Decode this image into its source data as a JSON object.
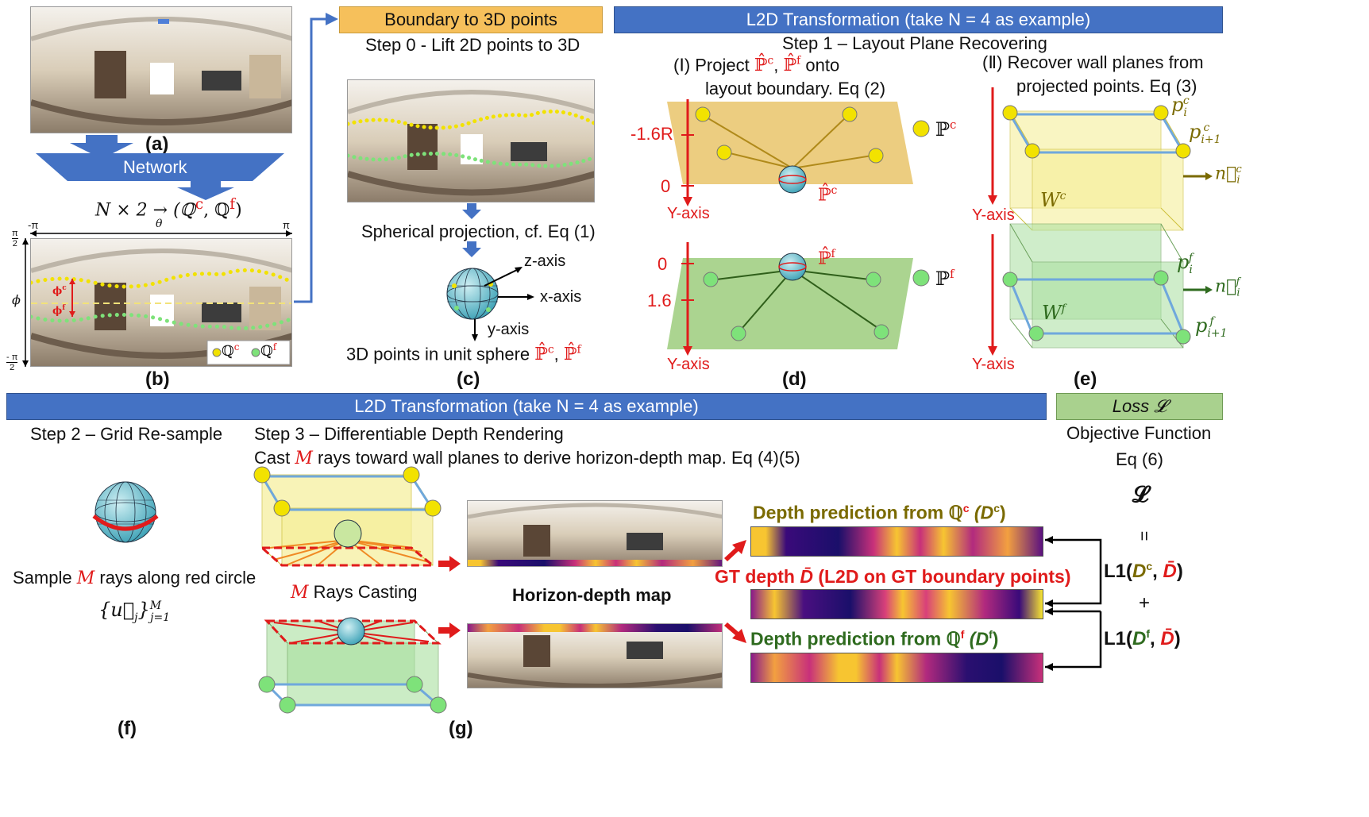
{
  "banners": {
    "boundary": "Boundary to 3D points",
    "l2d_top": "L2D Transformation (take N = 4 as example)",
    "l2d_bottom": "L2D Transformation (take N = 4 as example)",
    "loss": "Loss 𝓛"
  },
  "left": {
    "label_a": "(a)",
    "network": "Network",
    "n_times_2": "N × 2 → (ℚ",
    "n_times_2_c": "c",
    "n_times_2_sep": ", ℚ",
    "n_times_2_f": "f",
    "n_times_2_end": ")",
    "neg_pi": "-π",
    "theta": "θ",
    "pi": "π",
    "pi_half": "π",
    "two": "2",
    "phi": "ϕ",
    "neg_pi_half": "- π",
    "phi_c": "ϕ",
    "phi_f": "ϕ",
    "legend_qc": "ℚ",
    "legend_qf": "ℚ",
    "sup_c": "c",
    "sup_f": "f",
    "label_b": "(b)"
  },
  "step0": {
    "title": "Step 0 - Lift 2D points to 3D",
    "spherical": "Spherical projection, cf. Eq (1)",
    "z_axis": "z-axis",
    "x_axis": "x-axis",
    "y_axis": "y-axis",
    "unit_sphere": "3D points in unit sphere",
    "p_hat": "ℙ̂",
    "label_c": "(c)"
  },
  "step1": {
    "title": "Step 1 – Layout Plane Recovering",
    "project_1": "(Ⅰ) Project",
    "project_2": "onto",
    "project_3": "layout boundary. Eq (2)",
    "recover_1": "(Ⅱ) Recover wall planes from",
    "recover_2": "projected points. Eq (3)",
    "minus_16R": "-1.6R",
    "zero_top": "0",
    "yaxis_top": "Y-axis",
    "zero_bottom": "0",
    "one6": "1.6",
    "yaxis_bottom": "Y-axis",
    "pc": "ℙ",
    "pf": "ℙ",
    "label_d": "(d)",
    "yaxis_e_top": "Y-axis",
    "yaxis_e_bottom": "Y-axis",
    "pic": "p",
    "sub_i": "i",
    "sub_i1": "i+1",
    "nic": "n⃗",
    "wc": "W",
    "wf": "W",
    "label_e": "(e)"
  },
  "step2": {
    "title": "Step 2 – Grid Re-sample",
    "sample": "Sample",
    "m": "M",
    "sample_rest": "rays along red circle",
    "set": "{u⃗",
    "set_j": "j",
    "set_close": "}",
    "set_m": "M",
    "set_j1": "j=1",
    "label_f": "(f)"
  },
  "step3": {
    "title": "Step 3 – Differentiable Depth Rendering",
    "cast_1": "Cast",
    "m": "M",
    "cast_2": "rays toward wall planes to derive horizon-depth map. Eq (4)(5)",
    "rays_casting": "Rays Casting",
    "horizon_depth": "Horizon-depth map",
    "label_g": "(g)",
    "depth_c": "Depth prediction from ℚ",
    "depth_c_d": "(D",
    "gt_depth": "GT depth",
    "gt_d": "D̄",
    "gt_rest": "(L2D on GT boundary points)",
    "depth_f": "Depth prediction from ℚ",
    "depth_f_d": "(D"
  },
  "loss": {
    "objective": "Objective Function",
    "eq": "Eq (6)",
    "L": "𝓛",
    "eqsign": "=",
    "l1c": "L1(",
    "dc": "D",
    "comma": ",",
    "dbar": "D̄",
    "close": ")",
    "plus": "+",
    "l1f": "L1(",
    "df": "D"
  },
  "colors": {
    "blue": "#4472c4",
    "orange": "#f6c05b",
    "green": "#a9d18e",
    "red": "#e01b1b",
    "yellow_pt": "#f2e200",
    "green_pt": "#7ee27a",
    "ceiling_plane": "#e9c46a",
    "floor_plane": "#9ccc7d"
  }
}
